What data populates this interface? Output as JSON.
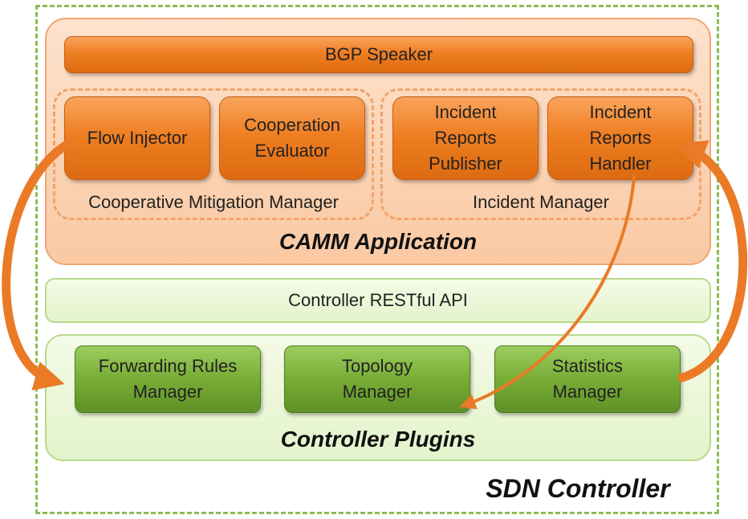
{
  "sdn_controller": {
    "title": "SDN Controller",
    "camm_application": {
      "title": "CAMM Application",
      "bgp_speaker": "BGP Speaker",
      "cooperative_mitigation_manager": {
        "label": "Cooperative Mitigation Manager",
        "flow_injector": "Flow Injector",
        "cooperation_evaluator": [
          "Cooperation",
          "Evaluator"
        ]
      },
      "incident_manager": {
        "label": "Incident Manager",
        "incident_reports_publisher": [
          "Incident",
          "Reports",
          "Publisher"
        ],
        "incident_reports_handler": [
          "Incident",
          "Reports",
          "Handler"
        ]
      }
    },
    "controller_restful_api": "Controller RESTful API",
    "controller_plugins": {
      "title": "Controller Plugins",
      "forwarding_rules_manager": [
        "Forwarding Rules",
        "Manager"
      ],
      "topology_manager": [
        "Topology",
        "Manager"
      ],
      "statistics_manager": [
        "Statistics",
        "Manager"
      ]
    }
  },
  "colors": {
    "orange_box": "#ef7f23",
    "orange_panel": "#f9c9a3",
    "green_box": "#79ad36",
    "green_panel": "#e3f3cb",
    "border_green": "#8bbc52",
    "arrow": "#ea7a26"
  }
}
